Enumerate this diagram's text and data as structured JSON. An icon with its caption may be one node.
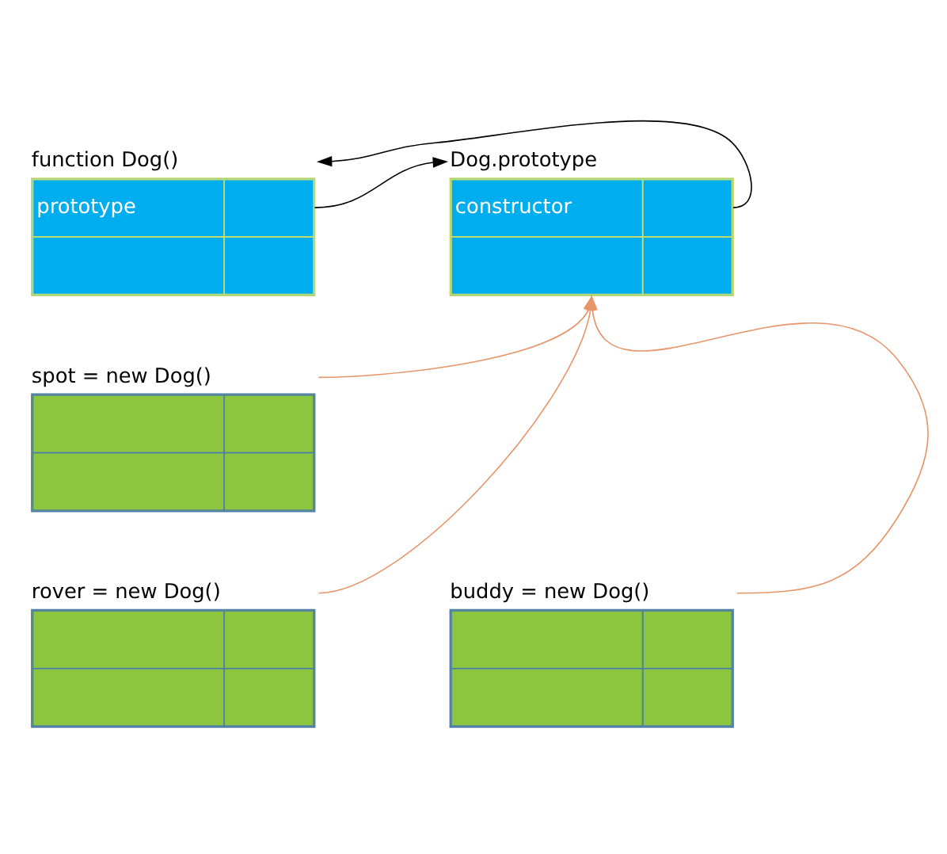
{
  "diagram": {
    "nodes": [
      {
        "text": [
          "function Dog()",
          "prototype"
        ]
      },
      {
        "text": [
          "Dog.prototype",
          "constructor"
        ]
      },
      {
        "text": [
          "spot = new Dog()"
        ]
      },
      {
        "text": [
          "rover = new Dog()"
        ]
      },
      {
        "text": [
          "buddy = new Dog()"
        ]
      }
    ],
    "edges": [
      {
        "from": 0,
        "to": 1,
        "arrow": "to",
        "color": "#000000"
      },
      {
        "from": 1,
        "to": 0,
        "arrow": "to",
        "color": "#000000"
      },
      {
        "from": 2,
        "to": 1,
        "arrow": "to"
      },
      {
        "from": 3,
        "to": 1,
        "arrow": "to"
      },
      {
        "from": 4,
        "to": 1,
        "arrow": "to"
      }
    ]
  }
}
